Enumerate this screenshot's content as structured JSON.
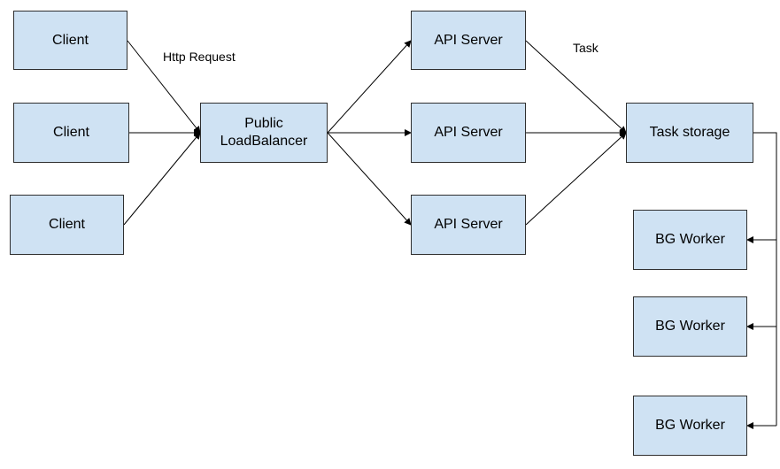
{
  "diagram": {
    "colors": {
      "node_fill": "#cfe2f3",
      "node_border": "#2f2f2f",
      "edge": "#000000"
    },
    "nodes": {
      "client_1": "Client",
      "client_2": "Client",
      "client_3": "Client",
      "load_balancer_line1": "Public",
      "load_balancer_line2": "LoadBalancer",
      "api_server_1": "API Server",
      "api_server_2": "API Server",
      "api_server_3": "API Server",
      "task_storage": "Task storage",
      "bg_worker_1": "BG Worker",
      "bg_worker_2": "BG Worker",
      "bg_worker_3": "BG Worker"
    },
    "edge_labels": {
      "http_request": "Http Request",
      "task": "Task"
    },
    "edges": [
      {
        "from": "client_1",
        "to": "load_balancer"
      },
      {
        "from": "client_2",
        "to": "load_balancer"
      },
      {
        "from": "client_3",
        "to": "load_balancer"
      },
      {
        "from": "load_balancer",
        "to": "api_server_1"
      },
      {
        "from": "load_balancer",
        "to": "api_server_2"
      },
      {
        "from": "load_balancer",
        "to": "api_server_3"
      },
      {
        "from": "api_server_1",
        "to": "task_storage"
      },
      {
        "from": "api_server_2",
        "to": "task_storage"
      },
      {
        "from": "api_server_3",
        "to": "task_storage"
      },
      {
        "from": "task_storage",
        "to": "bg_worker_1"
      },
      {
        "from": "task_storage",
        "to": "bg_worker_2"
      },
      {
        "from": "task_storage",
        "to": "bg_worker_3"
      }
    ]
  }
}
